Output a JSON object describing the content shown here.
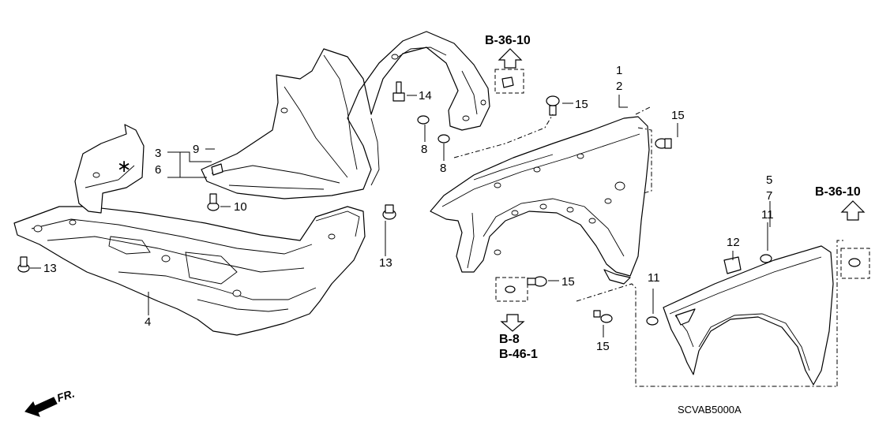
{
  "diagram_code": "SCVAB5000A",
  "direction_label": "FR.",
  "marker_symbol": "∗",
  "callouts": {
    "c1": "1",
    "c2": "2",
    "c3": "3",
    "c4": "4",
    "c5": "5",
    "c6": "6",
    "c7": "7",
    "c8a": "8",
    "c8b": "8",
    "c9": "9",
    "c10": "10",
    "c11a": "11",
    "c11b": "11",
    "c12": "12",
    "c13a": "13",
    "c13b": "13",
    "c14": "14",
    "c15a": "15",
    "c15b": "15",
    "c15c": "15",
    "c15d": "15"
  },
  "references": {
    "ref_top": "B-36-10",
    "ref_right": "B-36-10",
    "ref_bottom_1": "B-8",
    "ref_bottom_2": "B-46-1"
  }
}
